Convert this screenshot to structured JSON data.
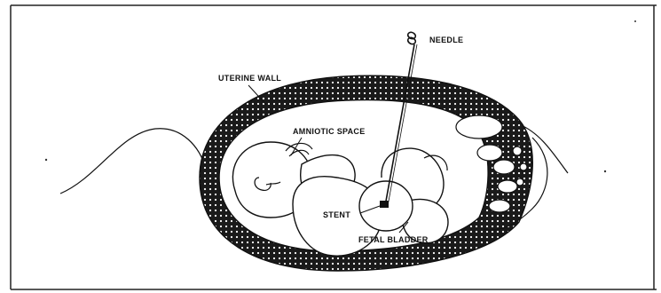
{
  "labels": {
    "needle": "NEEDLE",
    "uterine_wall": "UTERINE WALL",
    "amniotic_space": "AMNIOTIC SPACE",
    "stent": "STENT",
    "fetal_bladder": "FETAL BLADDER"
  },
  "colors": {
    "ink": "#111111",
    "background": "#ffffff"
  }
}
